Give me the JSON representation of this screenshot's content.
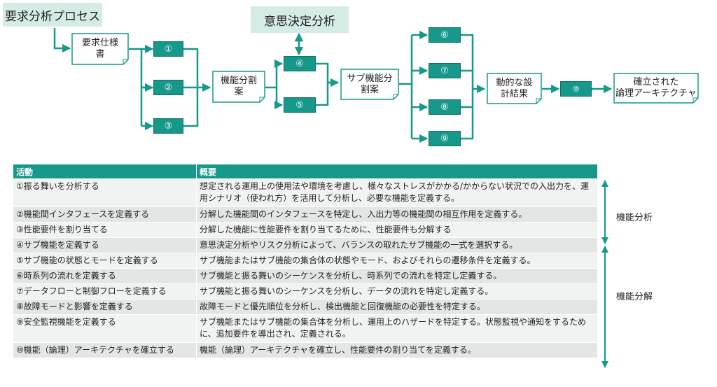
{
  "flow": {
    "title_process": "要求分析プロセス",
    "title_decision": "意思決定分析",
    "doc_spec": "要求仕様\n書",
    "doc_func_alloc": "機能分割\n案",
    "doc_subfunc_alloc": "サブ機能分\n割案",
    "doc_dynamic": "動的な設\n計結果",
    "doc_arch": "確立された\n論理アーキテクチャ",
    "step1": "①",
    "step2": "②",
    "step3": "③",
    "step4": "④",
    "step5": "⑤",
    "step6": "⑥",
    "step7": "⑦",
    "step8": "⑧",
    "step9": "⑨",
    "step10": "⑩"
  },
  "table": {
    "header_activity": "活動",
    "header_summary": "概要",
    "rows": [
      {
        "activity": "①振る舞いを分析する",
        "summary": "想定される運用上の使用法や環境を考慮し、様々なストレスがかかる/かからない状況での入出力を、運用シナリオ（使われ方）を活用して分析し、必要な機能を定義する。"
      },
      {
        "activity": "②機能間インタフェースを定義する",
        "summary": "分解した機能間のインタフェースを特定し、入出力等の機能間の相互作用を定義する。"
      },
      {
        "activity": "③性能要件を割り当てる",
        "summary": "分解した機能に性能要件を割り当てるために、性能要件も分解する"
      },
      {
        "activity": "④サブ機能を定義する",
        "summary": "意思決定分析やリスク分析によって、バランスの取れたサブ機能の一式を選択する。"
      },
      {
        "activity": "⑤サブ機能の状態とモードを定義する",
        "summary": "サブ機能またはサブ機能の集合体の状態やモード、およびそれらの遷移条件を定義する。"
      },
      {
        "activity": "⑥時系列の流れを定義する",
        "summary": "サブ機能と振る舞いのシーケンスを分析し、時系列での流れを特定し定義する。"
      },
      {
        "activity": "⑦データフローと制御フローを定義する",
        "summary": "サブ機能と振る舞いのシーケンスを分析し、データの流れを特定し定義する。"
      },
      {
        "activity": "⑧故障モードと影響を定義する",
        "summary": "故障モードと優先順位を分析し、検出機能と回復機能の必要性を特定する。"
      },
      {
        "activity": "⑨安全監視機能を定義する",
        "summary": "サブ機能またはサブ機能の集合体を分析し、運用上のハザードを特定する。状態監視や通知をするために、追加要件を導出され、定義される。"
      },
      {
        "activity": "⑩機能（論理）アーキテクチャを確立する",
        "summary": "機能（論理）アーキテクチャを確立し、性能要件の割り当てを定義する。"
      }
    ]
  },
  "groups": {
    "analysis": "機能分析",
    "decomposition": "機能分解"
  },
  "colors": {
    "teal": "#16988a",
    "light_teal": "#d4ebe6",
    "doc_border": "#16988a"
  }
}
